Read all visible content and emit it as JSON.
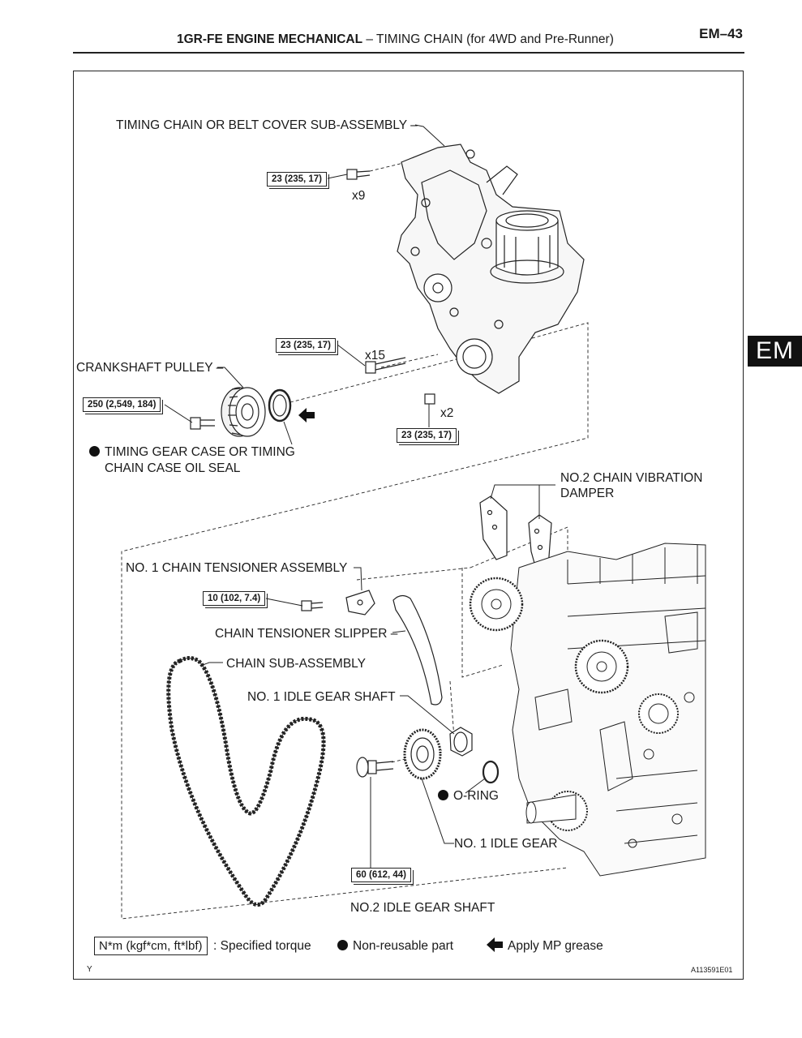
{
  "header": {
    "title_bold": "1GR-FE ENGINE MECHANICAL",
    "title_rest": "  –  TIMING CHAIN (for 4WD and Pre-Runner)",
    "page": "EM–43"
  },
  "side_tab": "EM",
  "labels": {
    "cover": "TIMING CHAIN OR BELT COVER SUB-ASSEMBLY",
    "crank_pulley": "CRANKSHAFT PULLEY",
    "oil_seal_1": "TIMING GEAR CASE OR TIMING",
    "oil_seal_2": "CHAIN CASE OIL SEAL",
    "damper_1": "NO.2 CHAIN VIBRATION",
    "damper_2": "DAMPER",
    "tensioner": "NO. 1 CHAIN TENSIONER ASSEMBLY",
    "slipper": "CHAIN TENSIONER SLIPPER",
    "chain": "CHAIN SUB-ASSEMBLY",
    "idle_shaft1": "NO. 1 IDLE GEAR SHAFT",
    "oring": "O-RING",
    "idle_gear": "NO. 1 IDLE GEAR",
    "idle_shaft2": "NO.2 IDLE GEAR SHAFT"
  },
  "counts": {
    "x9": "x9",
    "x15": "x15",
    "x2": "x2"
  },
  "torques": {
    "t_cover_top": "23 (235, 17)",
    "t_cover_mid": "23 (235, 17)",
    "t_cover_nut": "23 (235, 17)",
    "t_pulley": "250 (2,549, 184)",
    "t_tensioner": "10 (102, 7.4)",
    "t_idle": "60 (612, 44)"
  },
  "legend": {
    "torque_unit": "N*m (kgf*cm, ft*lbf)",
    "torque_text": ": Specified torque",
    "nonreusable": "Non-reusable part",
    "grease": "Apply MP grease"
  },
  "footer": {
    "left": "Y",
    "right": "A113591E01"
  }
}
